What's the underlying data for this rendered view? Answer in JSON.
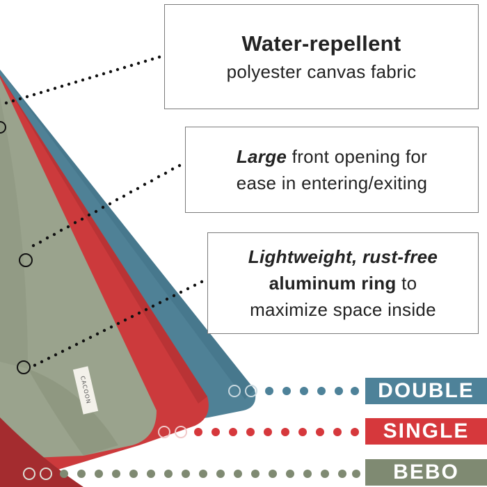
{
  "callouts": [
    {
      "line1_bold": "Water-repellent",
      "line2": "polyester canvas fabric"
    },
    {
      "line1_italic_bold": "Large",
      "line1_rest": " front opening for",
      "line2": "ease in entering/exiting"
    },
    {
      "line1_bold_italic": "Lightweight, rust-free",
      "line2_bold": "aluminum ring",
      "line2_rest": " to",
      "line3": "maximize space inside"
    }
  ],
  "sizes": [
    {
      "label": "DOUBLE",
      "color": "#4e8299"
    },
    {
      "label": "SINGLE",
      "color": "#d6383c"
    },
    {
      "label": "BEBO",
      "color": "#7f8a72"
    }
  ],
  "tent_colors": {
    "blue": "#4f8196",
    "red": "#cc3a3c",
    "green": "#9aa38d"
  },
  "brand_label": "CACOON"
}
